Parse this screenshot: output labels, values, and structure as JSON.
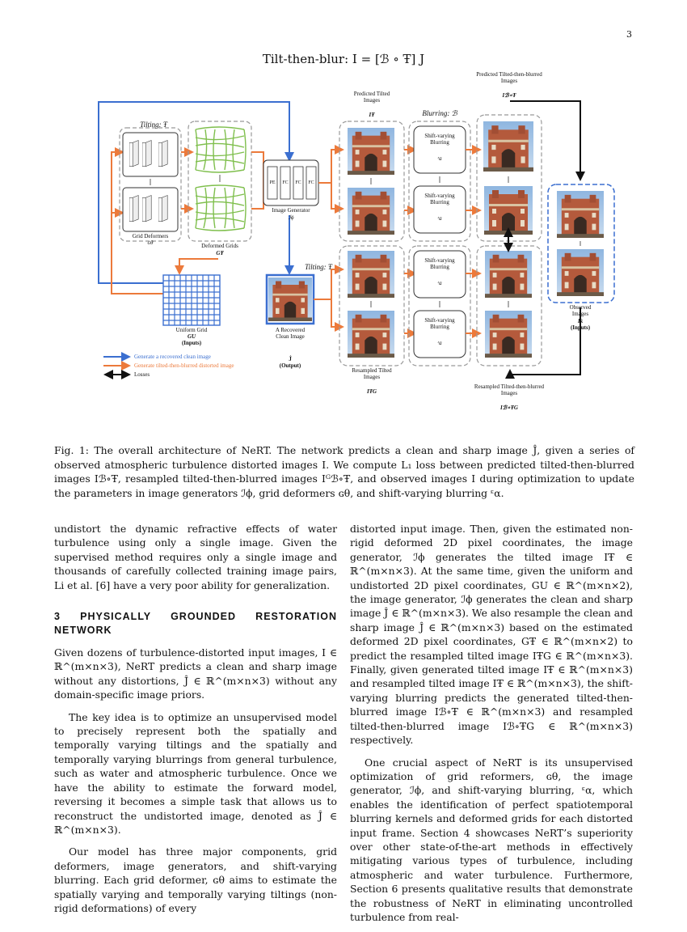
{
  "page_number": "3",
  "figure": {
    "title": "Tilt-then-blur: I = [ℬ ∘ Ŧ] J",
    "labels": {
      "tilting_top": "Tilting: Ŧ",
      "tilting_mid": "Tilting: Ŧ",
      "blurring": "Blurring: ℬ",
      "grid_deformers": "Grid Deformers",
      "grid_deformers_sym": "ɢθ",
      "deformed_grids": "Deformed Grids",
      "deformed_grids_sym": "GŦ",
      "image_generator": "Image Generator",
      "image_generator_sym": "ℐϕ",
      "uniform_grid": "Uniform Grid",
      "uniform_grid_sym": "GU",
      "uniform_grid_inputs": "(Inputs)",
      "recovered": "A Recovered Clean Image",
      "recovered_sym": "Ĵ",
      "recovered_output": "(Output)",
      "predicted_tilted": "Predicted Tilted Images",
      "predicted_tilted_sym": "IŦ",
      "predicted_ttb": "Predicted Tilted-then-blurred Images",
      "predicted_ttb_sym": "Iℬ∘Ŧ",
      "resampled_tilted": "Resampled Tilted Images",
      "resampled_tilted_sym": "IŦG",
      "resampled_ttb": "Resampled Tilted-then-blurred Images",
      "resampled_ttb_sym": "Iℬ∘ŦG",
      "observed": "Observed Images",
      "observed_sym": "Ik",
      "observed_inputs": "(Inputs)",
      "shift_varying": "Shift-varying Blurring",
      "shift_sym": "ᵋa",
      "pe": "PE",
      "fc": "FC",
      "legend_blue": "Generate a recovered clean image",
      "legend_orange": "Generate tilted-then-blurred distorted image",
      "legend_black": "Losses"
    },
    "colors": {
      "blue": "#3b6fd0",
      "orange": "#ec7a3b",
      "green": "#7fbf4d",
      "black": "#111111"
    }
  },
  "caption": "Fig. 1: The overall architecture of NeRT. The network predicts a clean and sharp image Ĵ, given a series of observed atmospheric turbulence distorted images I. We compute L₁ loss between predicted tilted-then-blurred images Iℬ∘Ŧ, resampled tilted-then-blurred images Iᴳℬ∘Ŧ, and observed images I during optimization to update the parameters in image generators ℐϕ, grid deformers ɢθ, and shift-varying blurring ᵋα.",
  "left_col": {
    "p1": "undistort the dynamic refractive effects of water turbulence using only a single image. Given the supervised method requires only a single image and thousands of carefully collected training image pairs, Li et al. [6] have a very poor ability for generalization.",
    "section": "3  PHYSICALLY GROUNDED RESTORATION NETWORK",
    "p2": "Given dozens of turbulence-distorted input images, I ∈ ℝ^(m×n×3), NeRT predicts a clean and sharp image without any distortions, Ĵ ∈ ℝ^(m×n×3) without any domain-specific image priors.",
    "p3": "The key idea is to optimize an unsupervised model to precisely represent both the spatially and temporally varying tiltings and the spatially and temporally varying blurrings from general turbulence, such as water and atmospheric turbulence. Once we have the ability to estimate the forward model, reversing it becomes a simple task that allows us to reconstruct the undistorted image, denoted as Ĵ ∈ ℝ^(m×n×3).",
    "p4": "Our model has three major components, grid deformers, image generators, and shift-varying blurring. Each grid deformer, ɢθ aims to estimate the spatially varying and temporally varying tiltings (non-rigid deformations) of every"
  },
  "right_col": {
    "p1": "distorted input image. Then, given the estimated non-rigid deformed 2D pixel coordinates, the image generator, ℐϕ generates the tilted image IŦ ∈ ℝ^(m×n×3). At the same time, given the uniform and undistorted 2D pixel coordinates, GU ∈ ℝ^(m×n×2), the image generator, ℐϕ generates the clean and sharp image Ĵ ∈ ℝ^(m×n×3). We also resample the clean and sharp image Ĵ ∈ ℝ^(m×n×3) based on the estimated deformed 2D pixel coordinates, GŦ ∈ ℝ^(m×n×2) to predict the resampled tilted image IŦG ∈ ℝ^(m×n×3). Finally, given generated tilted image IŦ ∈ ℝ^(m×n×3) and resampled tilted image IŦ ∈ ℝ^(m×n×3), the shift-varying blurring predicts the generated tilted-then-blurred image Iℬ∘Ŧ ∈ ℝ^(m×n×3) and resampled tilted-then-blurred image Iℬ∘ŦG ∈ ℝ^(m×n×3) respectively.",
    "p2": "One crucial aspect of NeRT is its unsupervised optimization of grid reformers, ɢθ, the image generator, ℐϕ, and shift-varying blurring, ᵋα, which enables the identification of perfect spatiotemporal blurring kernels and deformed grids for each distorted input frame. Section 4 showcases NeRT’s superiority over other state-of-the-art methods in effectively mitigating various types of turbulence, including atmospheric and water turbulence. Furthermore, Section 6 presents qualitative results that demonstrate the robustness of NeRT in eliminating uncontrolled turbulence from real-"
  }
}
